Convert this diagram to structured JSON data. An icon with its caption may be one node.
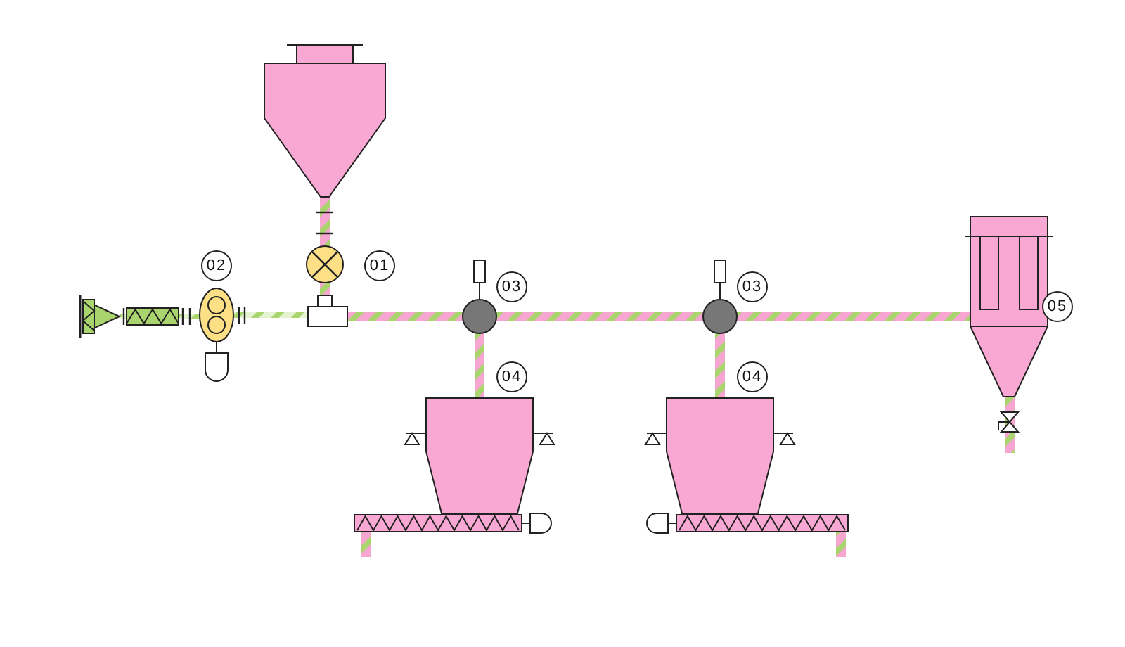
{
  "diagram": {
    "nodes": [
      {
        "text": [],
        "shape": "triangle"
      },
      {
        "text": [],
        "shape": "box"
      },
      {
        "text": [],
        "shape": "ellipse"
      },
      {
        "text": [],
        "shape": "silo"
      },
      {
        "text": [],
        "shape": "circle"
      },
      {
        "text": [],
        "shape": "box"
      },
      {
        "text": [],
        "shape": "circle"
      },
      {
        "text": [],
        "shape": "circle"
      },
      {
        "text": [],
        "shape": "hopper"
      },
      {
        "text": [],
        "shape": "bar"
      },
      {
        "text": [],
        "shape": "hopper"
      },
      {
        "text": [],
        "shape": "bar"
      },
      {
        "text": [],
        "shape": "box"
      }
    ],
    "edges": [
      {
        "from": 0,
        "to": 1,
        "arrow": "none"
      },
      {
        "from": 1,
        "to": 2,
        "arrow": "none"
      },
      {
        "from": 2,
        "to": 5,
        "arrow": "none"
      },
      {
        "from": 3,
        "to": 4,
        "arrow": "none"
      },
      {
        "from": 4,
        "to": 5,
        "arrow": "none"
      },
      {
        "from": 5,
        "to": 6,
        "arrow": "none"
      },
      {
        "from": 6,
        "to": 7,
        "arrow": "none"
      },
      {
        "from": 7,
        "to": 12,
        "arrow": "none"
      },
      {
        "from": 6,
        "to": 8,
        "arrow": "none"
      },
      {
        "from": 7,
        "to": 10,
        "arrow": "none"
      },
      {
        "from": 9,
        "to": null,
        "arrow": "none"
      },
      {
        "from": 11,
        "to": null,
        "arrow": "none"
      },
      {
        "from": 12,
        "to": null,
        "arrow": "none"
      }
    ],
    "labels": [
      "02",
      "01",
      "03",
      "03",
      "05",
      "04",
      "04"
    ]
  }
}
